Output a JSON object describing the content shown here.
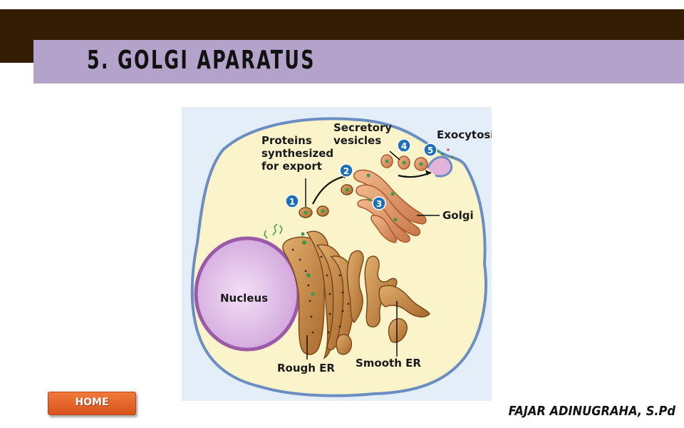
{
  "slide": {
    "title": "5. GOLGI  APARATUS",
    "author": "FAJAR ADINUGRAHA, S.Pd"
  },
  "diagram": {
    "labels": {
      "proteins": [
        "Proteins",
        "synthesized",
        "for export"
      ],
      "secretory": [
        "Secretory",
        "vesicles"
      ],
      "exocytosis": "Exocytosis",
      "golgi": "Golgi",
      "nucleus": "Nucleus",
      "rough_er": "Rough ER",
      "smooth_er": "Smooth ER"
    },
    "steps": [
      "1",
      "2",
      "3",
      "4",
      "5"
    ]
  },
  "nav": {
    "home_label": "HOME"
  },
  "colors": {
    "top_band": "#341c05",
    "title_bar": "#b3a2c9",
    "cytoplasm": "#fbf3c9",
    "membrane": "#6b8ec2",
    "nucleus": "#d8b4e0",
    "er": "#c58a46",
    "golgi": "#dd9b6c",
    "step_badge": "#1f6fb5",
    "home_button": "#e8652a"
  }
}
